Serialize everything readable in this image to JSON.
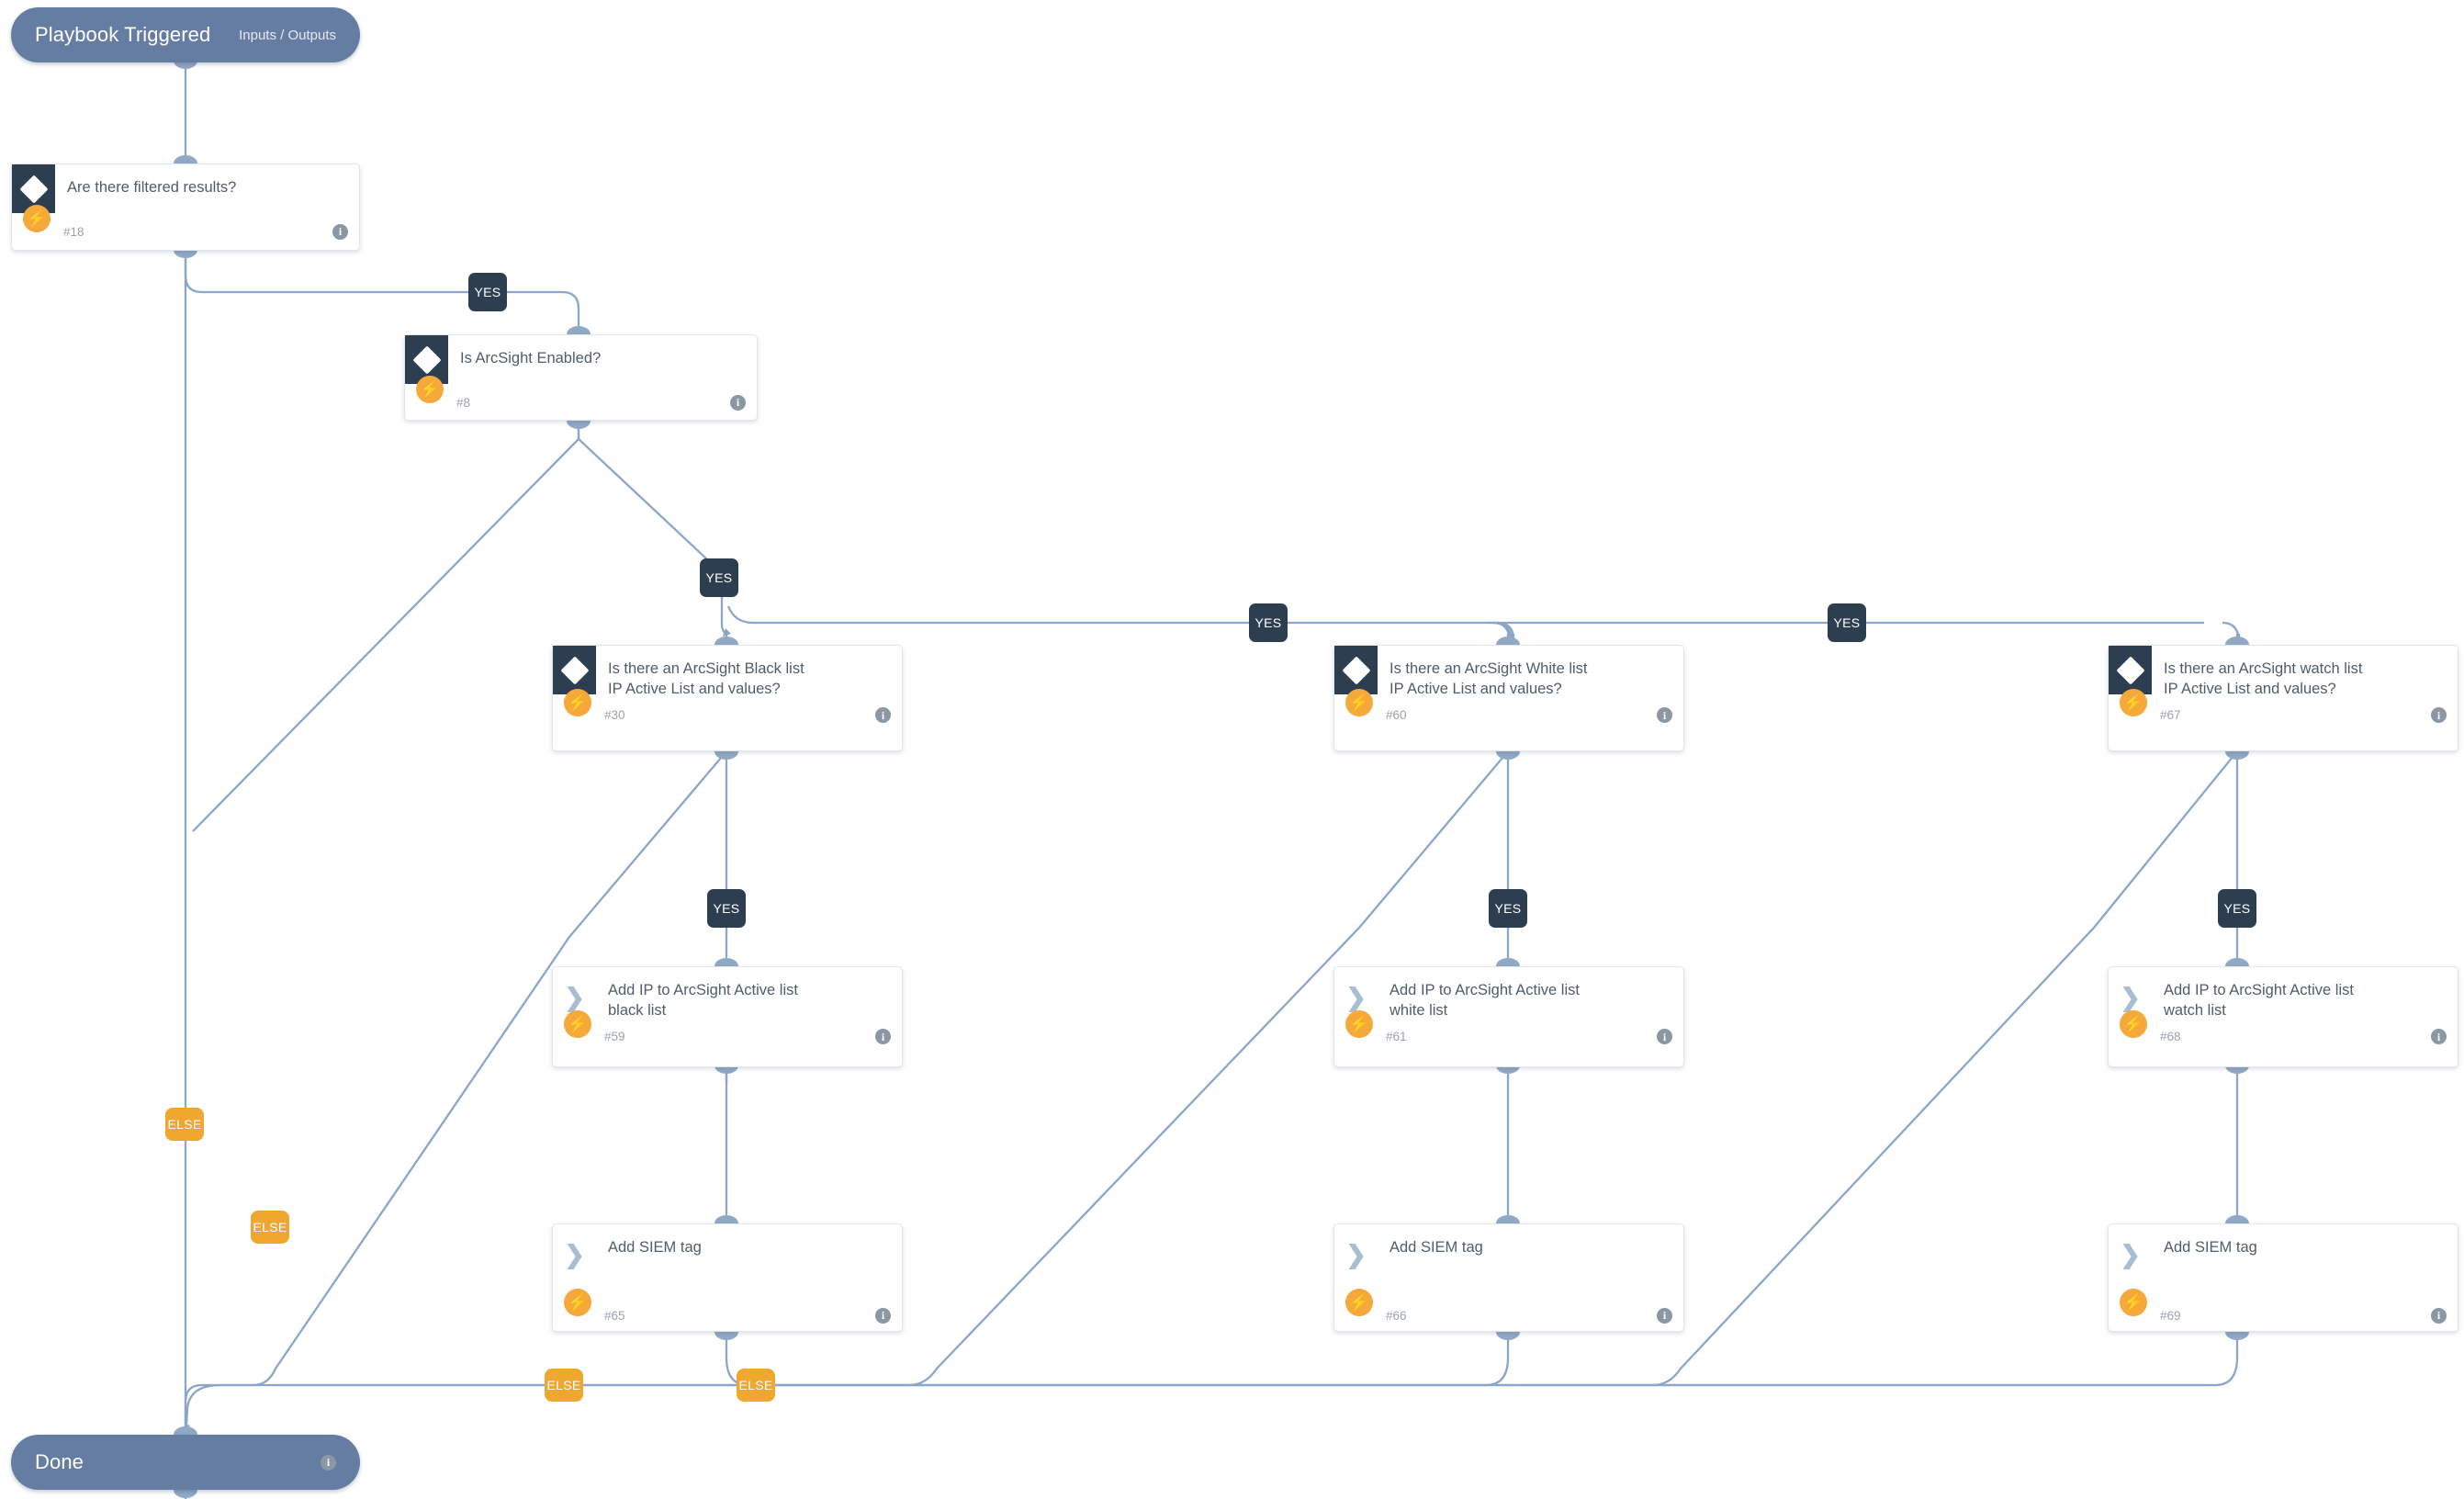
{
  "diagram": {
    "type": "playbook-flow",
    "background": "#ffffff",
    "accent_dark": "#2c3e50",
    "accent_orange": "#f0a730",
    "accent_blue": "#667da3",
    "edge_color": "#8ba6c9"
  },
  "start_node": {
    "label": "Playbook Triggered",
    "right_label": "Inputs / Outputs"
  },
  "end_node": {
    "label": "Done",
    "info": "i"
  },
  "nodes": [
    {
      "id": "n18",
      "kind": "condition",
      "title": "Are there filtered results?",
      "number": "#18",
      "icon": "diamond-icon",
      "badge": "bolt-icon",
      "info": "i"
    },
    {
      "id": "n8",
      "kind": "condition",
      "title": "Is ArcSight Enabled?",
      "number": "#8",
      "icon": "diamond-icon",
      "badge": "bolt-icon",
      "info": "i"
    },
    {
      "id": "n30",
      "kind": "condition",
      "title": "Is there an ArcSight Black list\nIP Active List and values?",
      "number": "#30",
      "icon": "diamond-icon",
      "badge": "bolt-icon",
      "info": "i"
    },
    {
      "id": "n60",
      "kind": "condition",
      "title": "Is there an ArcSight White list\nIP Active List and values?",
      "number": "#60",
      "icon": "diamond-icon",
      "badge": "bolt-icon",
      "info": "i"
    },
    {
      "id": "n67",
      "kind": "condition",
      "title": "Is there an ArcSight watch list\nIP Active List and values?",
      "number": "#67",
      "icon": "diamond-icon",
      "badge": "bolt-icon",
      "info": "i"
    },
    {
      "id": "n59",
      "kind": "action",
      "title": "Add IP to ArcSight Active list\nblack list",
      "number": "#59",
      "icon": "chevron-right-icon",
      "badge": "bolt-icon",
      "info": "i"
    },
    {
      "id": "n61",
      "kind": "action",
      "title": "Add IP to ArcSight Active list\nwhite list",
      "number": "#61",
      "icon": "chevron-right-icon",
      "badge": "bolt-icon",
      "info": "i"
    },
    {
      "id": "n68",
      "kind": "action",
      "title": "Add IP to ArcSight Active list\nwatch list",
      "number": "#68",
      "icon": "chevron-right-icon",
      "badge": "bolt-icon",
      "info": "i"
    },
    {
      "id": "n65",
      "kind": "action",
      "title": "Add SIEM tag",
      "number": "#65",
      "icon": "chevron-right-icon",
      "badge": "bolt-icon",
      "info": "i"
    },
    {
      "id": "n66",
      "kind": "action",
      "title": "Add SIEM tag",
      "number": "#66",
      "icon": "chevron-right-icon",
      "badge": "bolt-icon",
      "info": "i"
    },
    {
      "id": "n69",
      "kind": "action",
      "title": "Add SIEM tag",
      "number": "#69",
      "icon": "chevron-right-icon",
      "badge": "bolt-icon",
      "info": "i"
    }
  ],
  "edge_badges": [
    {
      "id": "b1",
      "label": "YES",
      "kind": "yes"
    },
    {
      "id": "b2",
      "label": "YES",
      "kind": "yes"
    },
    {
      "id": "b3",
      "label": "YES",
      "kind": "yes"
    },
    {
      "id": "b4",
      "label": "YES",
      "kind": "yes"
    },
    {
      "id": "b5",
      "label": "YES",
      "kind": "yes"
    },
    {
      "id": "b6",
      "label": "YES",
      "kind": "yes"
    },
    {
      "id": "b7",
      "label": "YES",
      "kind": "yes"
    },
    {
      "id": "b8",
      "label": "ELSE",
      "kind": "else"
    },
    {
      "id": "b9",
      "label": "ELSE",
      "kind": "else"
    },
    {
      "id": "b10",
      "label": "ELSE",
      "kind": "else"
    },
    {
      "id": "b11",
      "label": "ELSE",
      "kind": "else"
    }
  ],
  "glyphs": {
    "bolt": "⚡",
    "chevron": "❯",
    "info": "i"
  }
}
